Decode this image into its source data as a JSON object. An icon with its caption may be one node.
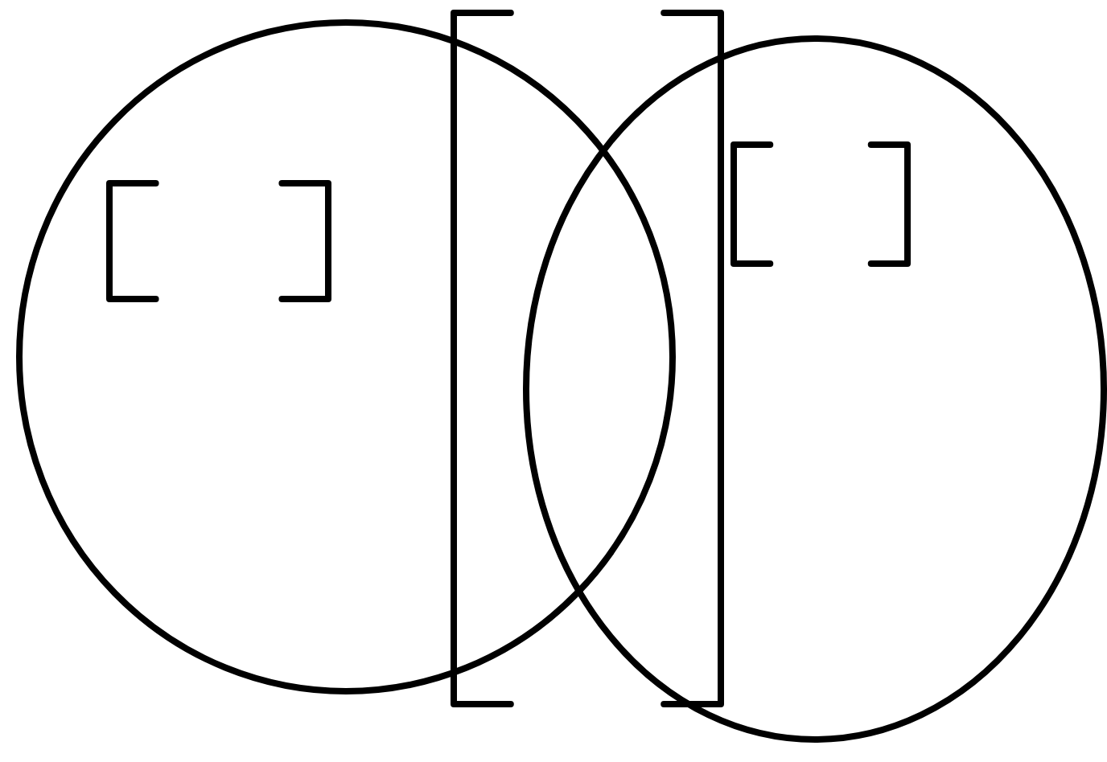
{
  "diagram": {
    "nodes": [
      {
        "text": [],
        "shape": "circle"
      },
      {
        "text": [],
        "shape": "bracket",
        "in": 0
      },
      {
        "text": [],
        "shape": "bracket"
      },
      {
        "text": [],
        "shape": "circle"
      },
      {
        "text": [],
        "shape": "bracket",
        "in": 3
      }
    ]
  }
}
